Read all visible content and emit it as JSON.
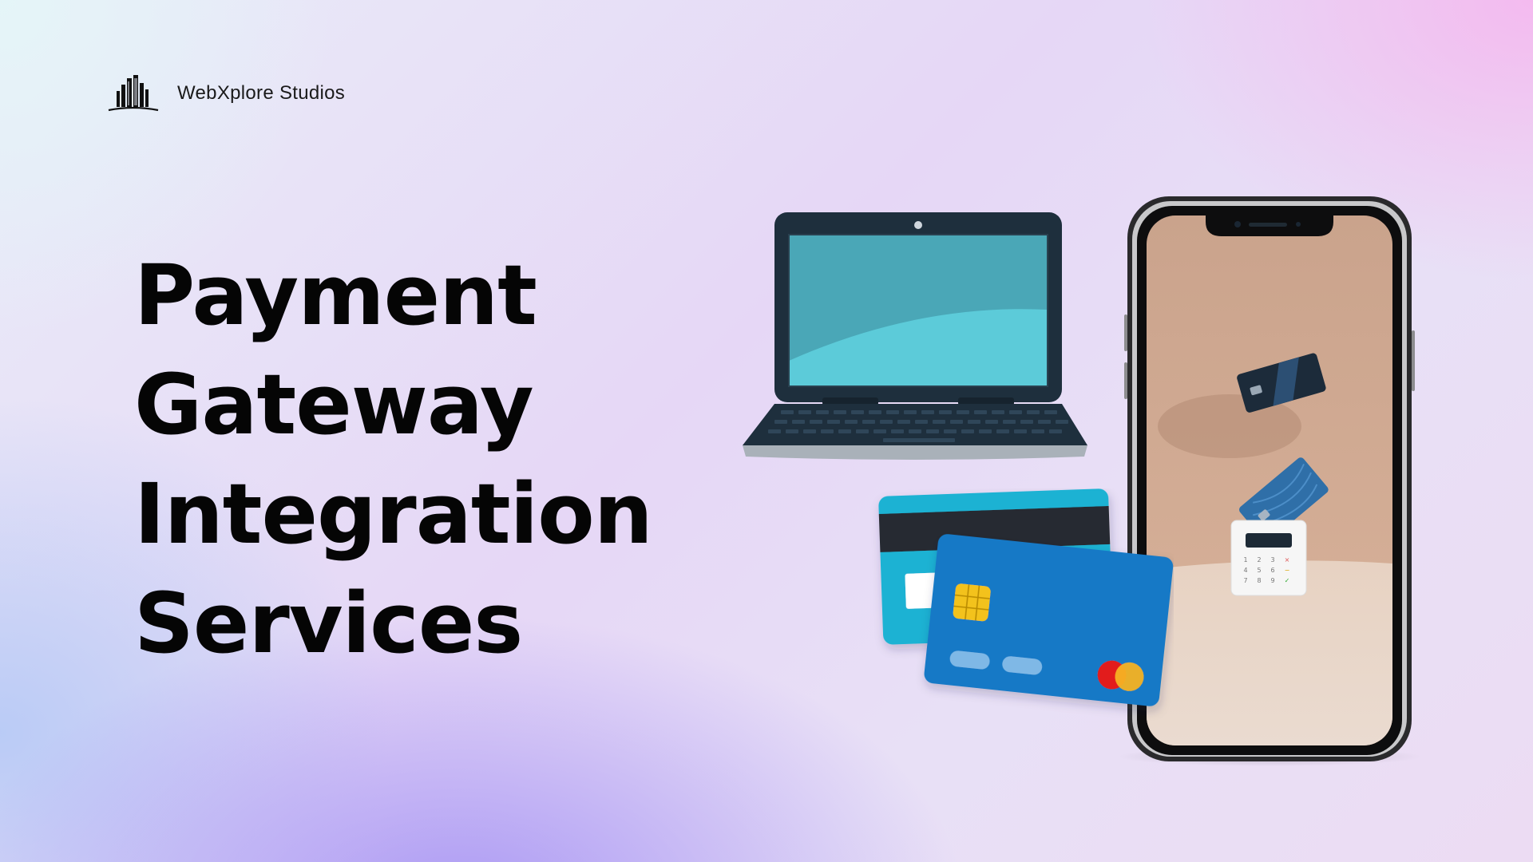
{
  "brand": {
    "name": "WebXplore Studios",
    "logo_icon": "city-buildings-icon"
  },
  "headline": {
    "lines": [
      "Payment",
      "Gateway",
      "Integration",
      "Services"
    ]
  },
  "illustrations": {
    "laptop": "laptop-icon",
    "credit_cards": "credit-card-icon",
    "smartphone": "smartphone-with-floating-cards-icon",
    "card_reader_keys": [
      "1",
      "2",
      "3",
      "×",
      "4",
      "5",
      "6",
      "−",
      "7",
      "8",
      "9",
      "✓"
    ]
  },
  "colors": {
    "text": "#050505",
    "screen_cyan": "#5ccbd9",
    "card_blue": "#1279c6",
    "card_cyan": "#1ab2d3",
    "phone_backdrop": "#c9a58e"
  }
}
